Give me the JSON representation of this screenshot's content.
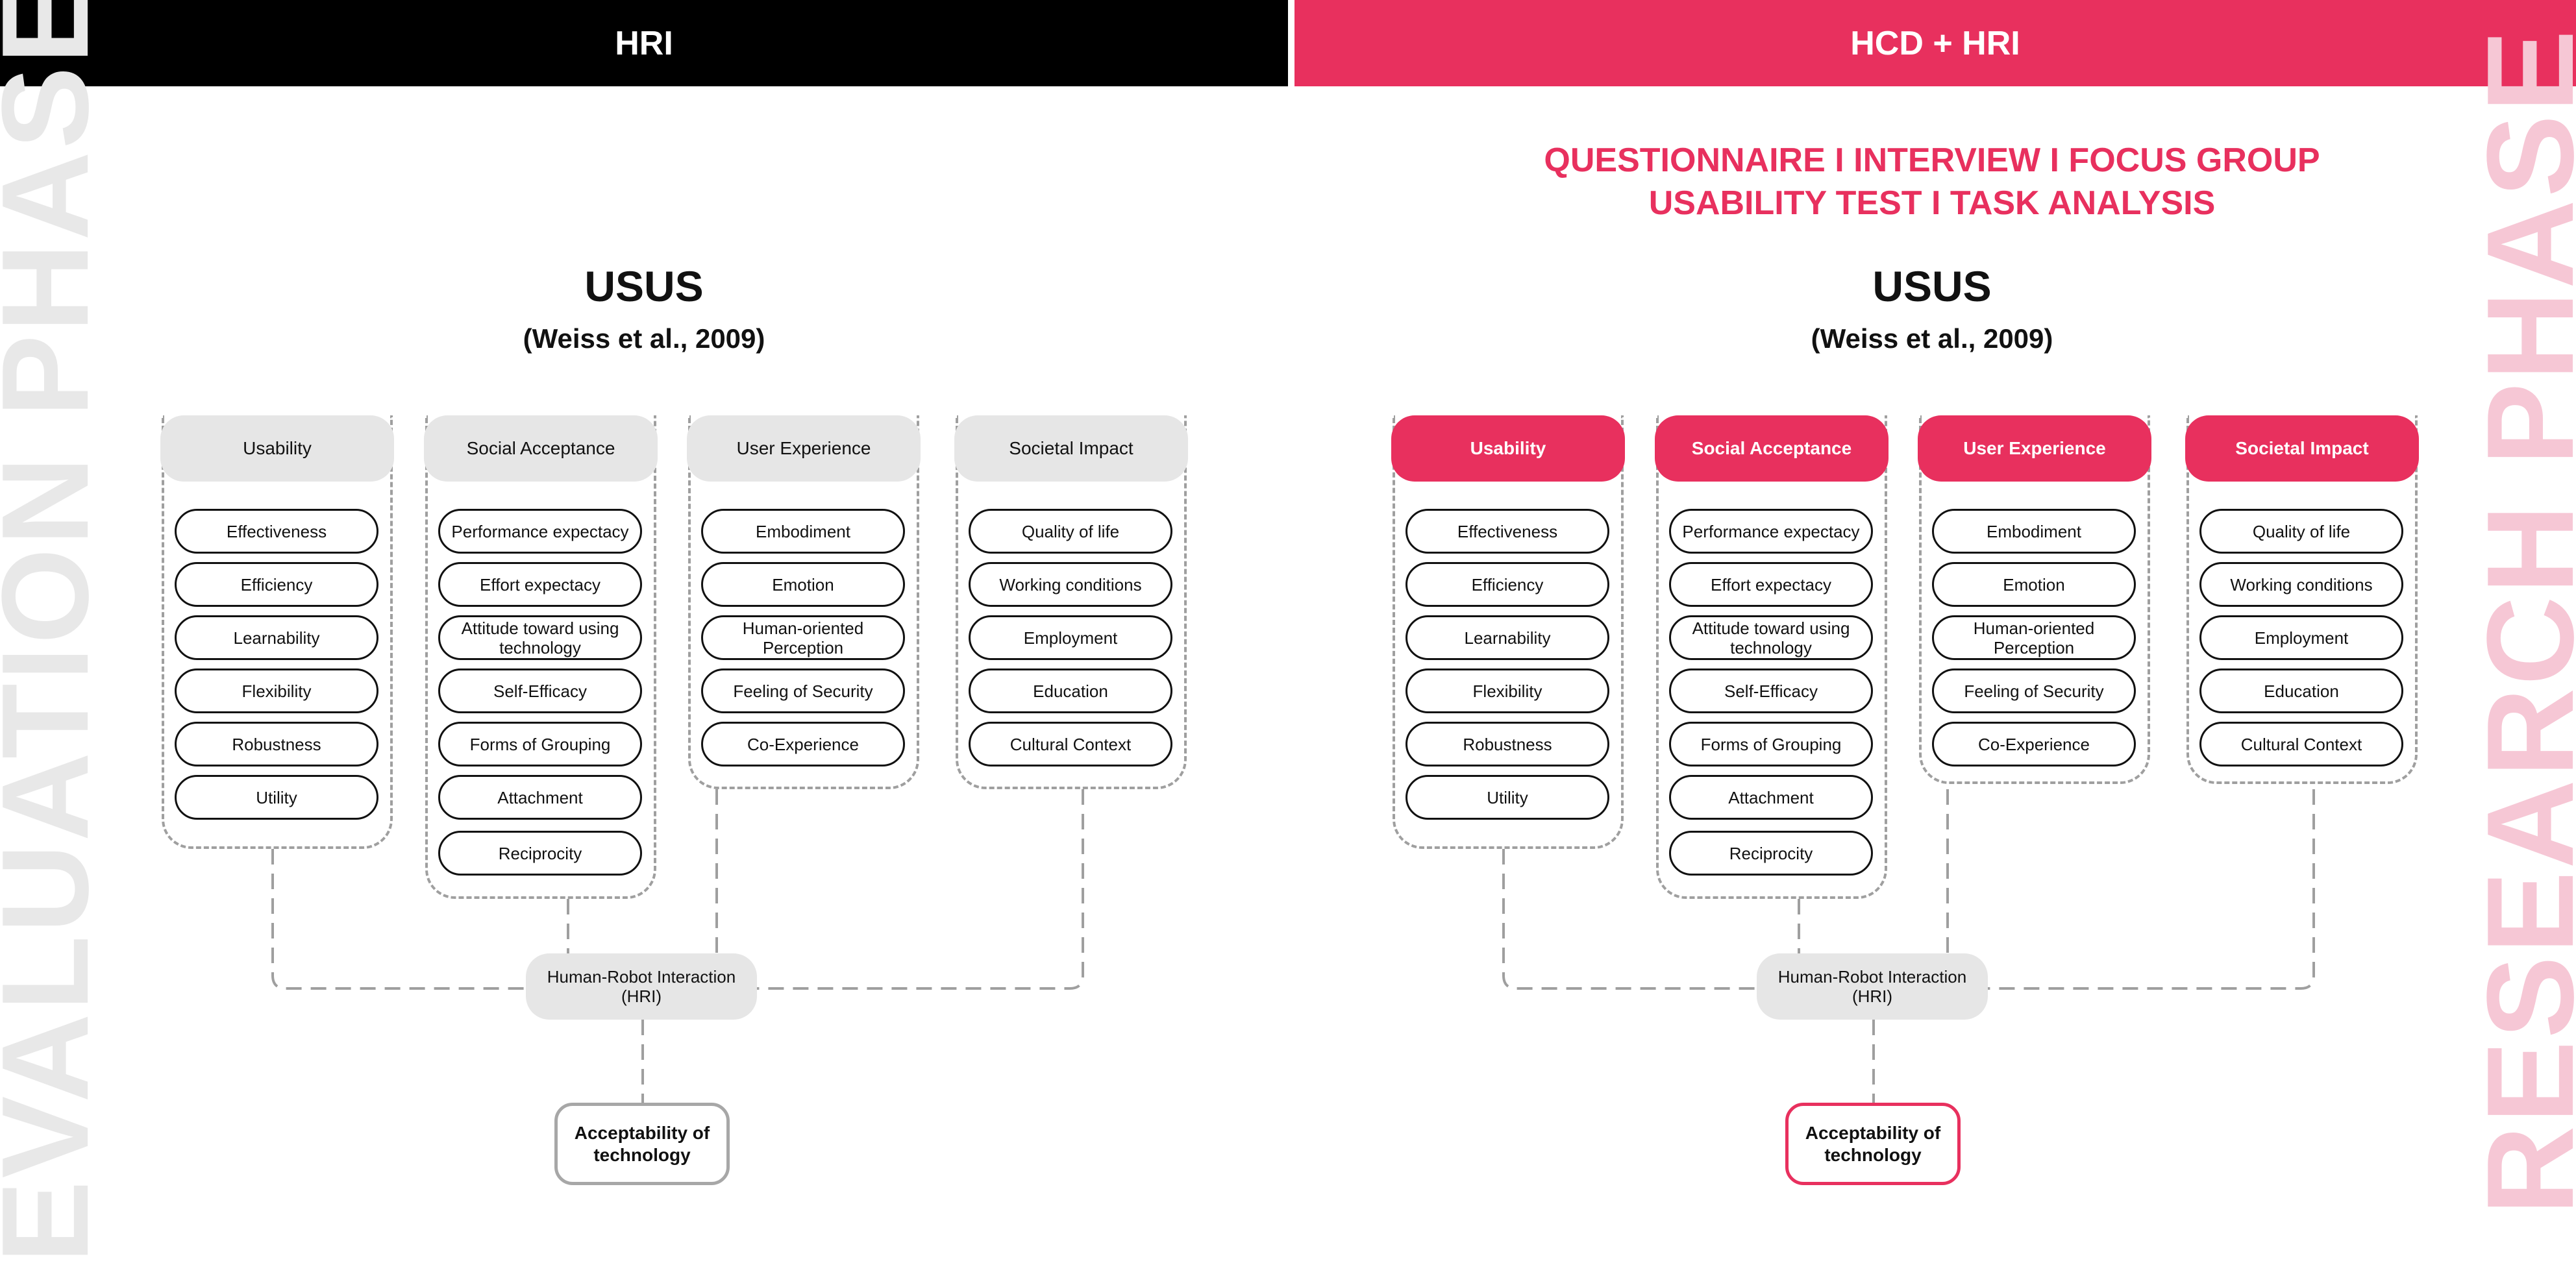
{
  "header": {
    "left_title": "HRI",
    "right_title": "HCD + HRI"
  },
  "side_labels": {
    "left": "EVALUATION PHASE",
    "right": "RESEARCH PHASE"
  },
  "methods": {
    "line1": "QUESTIONNAIRE I INTERVIEW I FOCUS GROUP",
    "line2": "USABILITY TEST I TASK ANALYSIS"
  },
  "model": {
    "title": "USUS",
    "reference": "(Weiss et al., 2009)",
    "columns": [
      {
        "head": "Usability",
        "items": [
          "Effectiveness",
          "Efficiency",
          "Learnability",
          "Flexibility",
          "Robustness",
          "Utility"
        ]
      },
      {
        "head": "Social Acceptance",
        "items": [
          "Performance expectacy",
          "Effort expectacy",
          "Attitude toward using technology",
          "Self-Efficacy",
          "Forms of Grouping",
          "Attachment",
          "Reciprocity"
        ]
      },
      {
        "head": "User Experience",
        "items": [
          "Embodiment",
          "Emotion",
          "Human-oriented Perception",
          "Feeling of Security",
          "Co-Experience"
        ]
      },
      {
        "head": "Societal Impact",
        "items": [
          "Quality of life",
          "Working conditions",
          "Employment",
          "Education",
          "Cultural Context"
        ]
      }
    ],
    "hub": "Human-Robot Interaction (HRI)",
    "outcome": "Acceptability of technology"
  },
  "colors": {
    "accent": "#e8305e",
    "neutral_fill": "#e6e6e6",
    "dash": "#9f9f9f",
    "left_bar": "#000000"
  }
}
